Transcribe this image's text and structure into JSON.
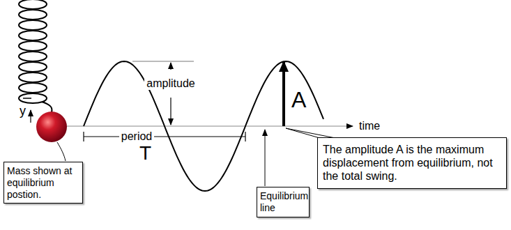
{
  "diagram": {
    "nodes": [
      {
        "text": [
          "Mass shown at equilibrium postion."
        ]
      },
      {
        "text": [
          "Equilibrium line"
        ]
      },
      {
        "text": [
          "The amplitude A is the maximum displacement from equilibrium, not the total swing."
        ]
      }
    ],
    "labels": [
      "y",
      "amplitude",
      "period",
      "T",
      "A",
      "time"
    ]
  }
}
